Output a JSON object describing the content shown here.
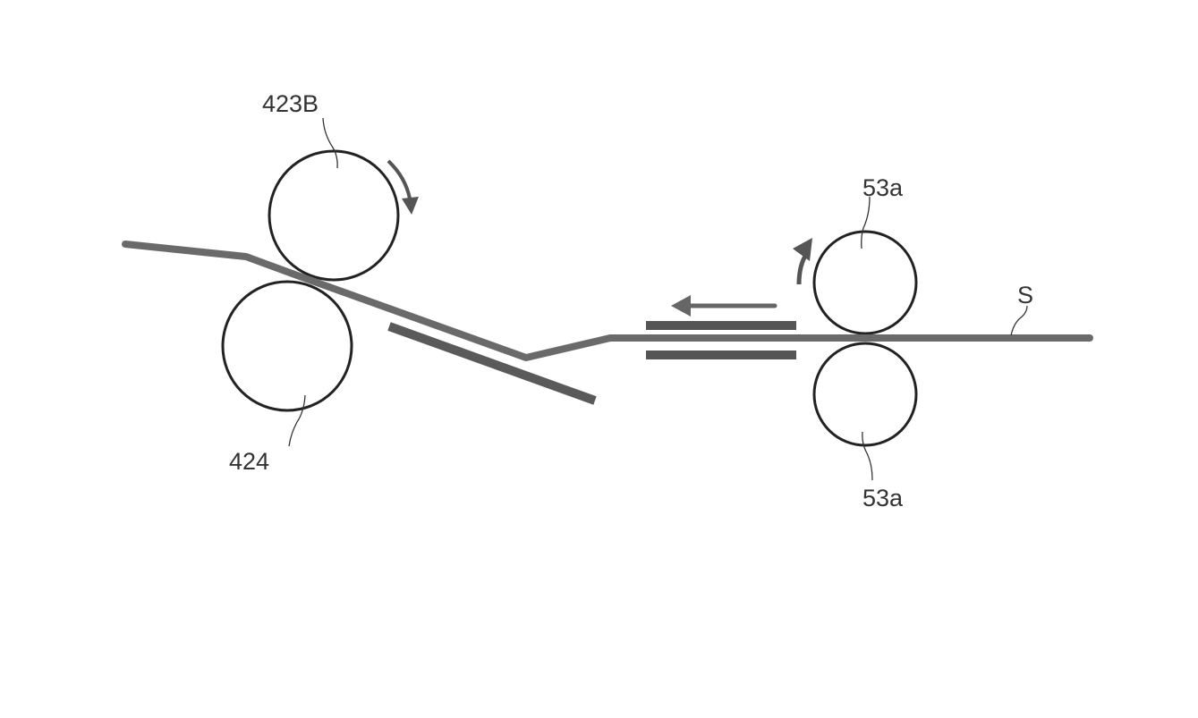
{
  "figure": {
    "labels": {
      "roller_upper_left": "423B",
      "roller_lower_left": "424",
      "roller_upper_right": "53a",
      "roller_lower_right": "53a",
      "sheet": "S"
    },
    "colors": {
      "stroke": "#222222",
      "sheet": "#6a6a6a",
      "guide": "#555555",
      "background": "#ffffff"
    }
  }
}
